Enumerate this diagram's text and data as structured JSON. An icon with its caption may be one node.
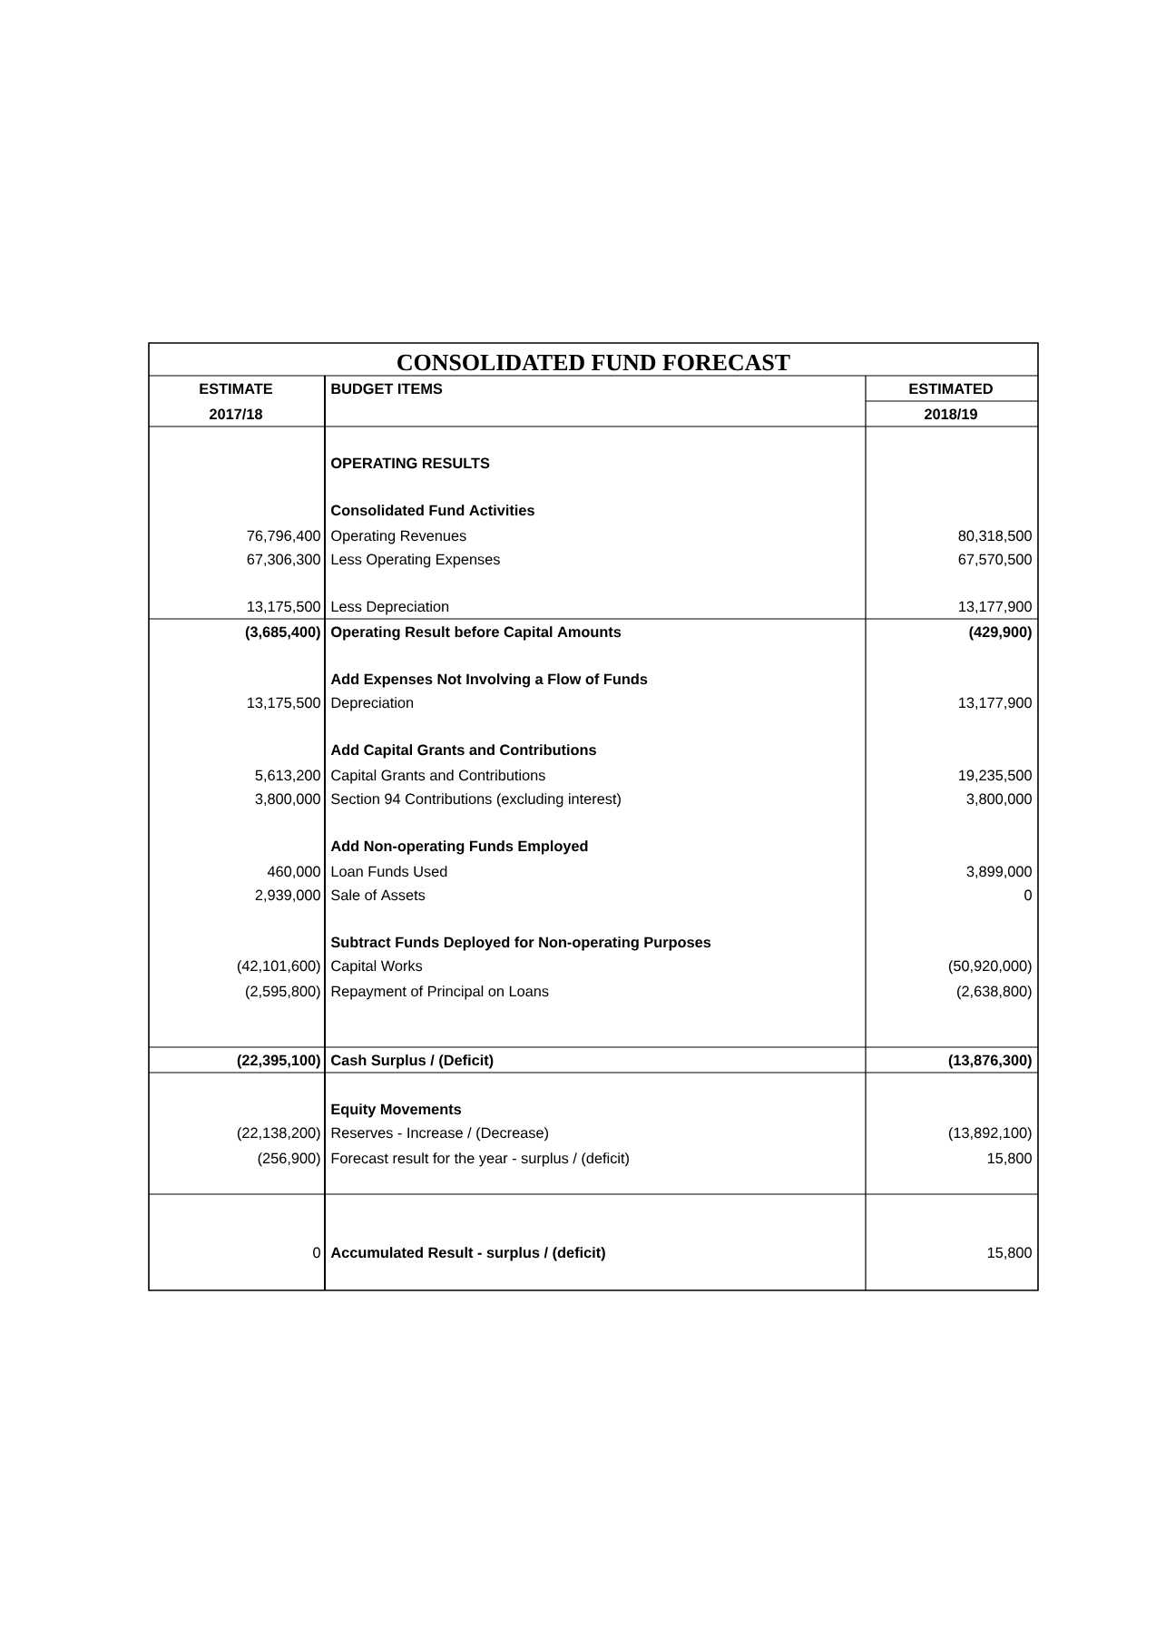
{
  "diagram": {
    "title": "CONSOLIDATED FUND FORECAST",
    "labels": [
      "ESTIMATE",
      "BUDGET ITEMS",
      "ESTIMATED",
      "2017/18",
      "2018/19",
      "OPERATING RESULTS",
      "Consolidated Fund Activities",
      "76,796,400",
      "Operating Revenues",
      "80,318,500",
      "67,306,300",
      "Less Operating Expenses",
      "67,570,500",
      "13,175,500",
      "Less Depreciation",
      "13,177,900",
      "(3,685,400)",
      "Operating Result before Capital Amounts",
      "(429,900)",
      "Add Expenses Not Involving a Flow of Funds",
      "13,175,500",
      "Depreciation",
      "13,177,900",
      "Add Capital Grants and Contributions",
      "5,613,200",
      "Capital Grants and Contributions",
      "19,235,500",
      "3,800,000",
      "Section 94 Contributions (excluding interest)",
      "3,800,000",
      "Add Non-operating Funds Employed",
      "460,000",
      "Loan Funds Used",
      "3,899,000",
      "2,939,000",
      "Sale of Assets",
      "0",
      "Subtract Funds Deployed for Non-operating Purposes",
      "(42,101,600)",
      "Capital Works",
      "(50,920,000)",
      "(2,595,800)",
      "Repayment of Principal on Loans",
      "(2,638,800)",
      "(22,395,100)",
      "Cash Surplus / (Deficit)",
      "(13,876,300)",
      "Equity Movements",
      "(22,138,200)",
      "Reserves - Increase / (Decrease)",
      "(13,892,100)",
      "(256,900)",
      "Forecast result for the year - surplus / (deficit)",
      "15,800",
      "0",
      "Accumulated Result - surplus / (deficit)",
      "15,800"
    ]
  }
}
